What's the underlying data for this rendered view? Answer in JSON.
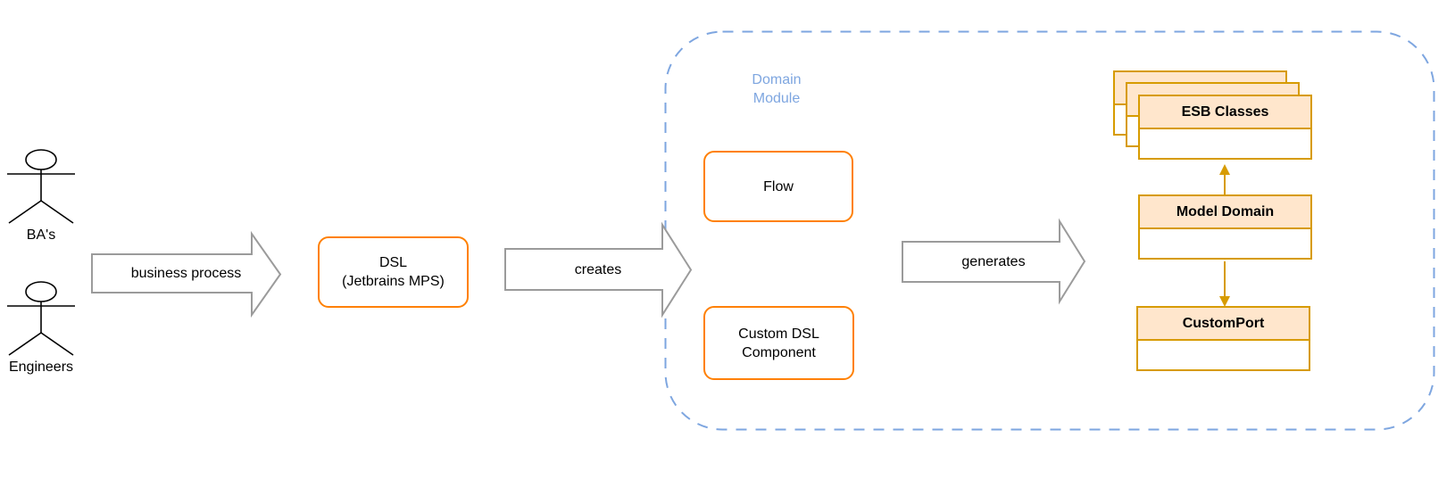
{
  "colors": {
    "node_stroke_orange": "#FF8000",
    "uml_stroke_gold": "#D79B00",
    "uml_fill_peach": "#FFE6CC",
    "container_blue": "#7EA6E0",
    "arrow_stroke_gray": "#9B9B9B",
    "text": "#000000",
    "background": "#FFFFFF"
  },
  "actors": [
    {
      "label": "BA's"
    },
    {
      "label": "Engineers"
    }
  ],
  "arrows": [
    {
      "label": "business process"
    },
    {
      "label": "creates"
    },
    {
      "label": "generates"
    }
  ],
  "dsl_node": {
    "line1": "DSL",
    "line2": "(Jetbrains MPS)"
  },
  "domain_module": {
    "title_line1": "Domain",
    "title_line2": "Module",
    "flow_node": {
      "label": "Flow"
    },
    "custom_dsl_node": {
      "line1": "Custom DSL",
      "line2": "Component"
    }
  },
  "uml": {
    "esb_classes": {
      "title": "ESB Classes"
    },
    "model_domain": {
      "title": "Model Domain"
    },
    "custom_port": {
      "title": "CustomPort"
    }
  }
}
